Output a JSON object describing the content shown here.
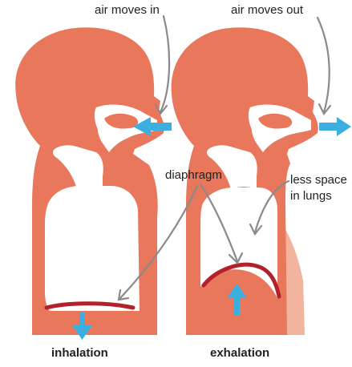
{
  "labels": {
    "air_in": "air moves in",
    "air_out": "air moves out",
    "diaphragm": "diaphragm",
    "less_space_line1": "less space",
    "less_space_line2": "in lungs"
  },
  "captions": {
    "inhalation": "inhalation",
    "exhalation": "exhalation"
  },
  "colors": {
    "body": "#e8775c",
    "body_shade": "#f2b49e",
    "lungs": "#ffffff",
    "diaphragm": "#b3222a",
    "air_arrow": "#3aafe0",
    "pointer": "#8a8a8a",
    "text": "#222222"
  },
  "icons": {
    "air_in_arrow": "arrow-left-icon",
    "air_out_arrow": "arrow-right-icon",
    "diaphragm_down_arrow": "arrow-down-icon",
    "diaphragm_up_arrow": "arrow-up-icon"
  }
}
